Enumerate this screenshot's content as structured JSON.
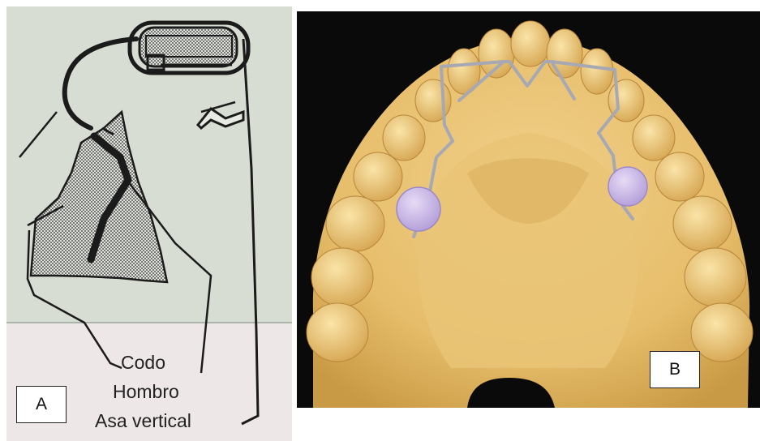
{
  "panel_a": {
    "letter": "A",
    "terms": [
      "Codo",
      "Hombro",
      "Asa vertical"
    ]
  },
  "panel_b": {
    "letter": "B"
  },
  "colors": {
    "panel_a_background": "#d7ddd3",
    "panel_a_lower_band": "#eee7e8",
    "line_ink": "#1b1b1b",
    "cast_base": "#e8c16e",
    "cast_shadow": "#c79a48",
    "wire": "#a6a8b4",
    "acrylic_pad": "#c9b7e6",
    "photo_background": "#0a0a0a"
  }
}
